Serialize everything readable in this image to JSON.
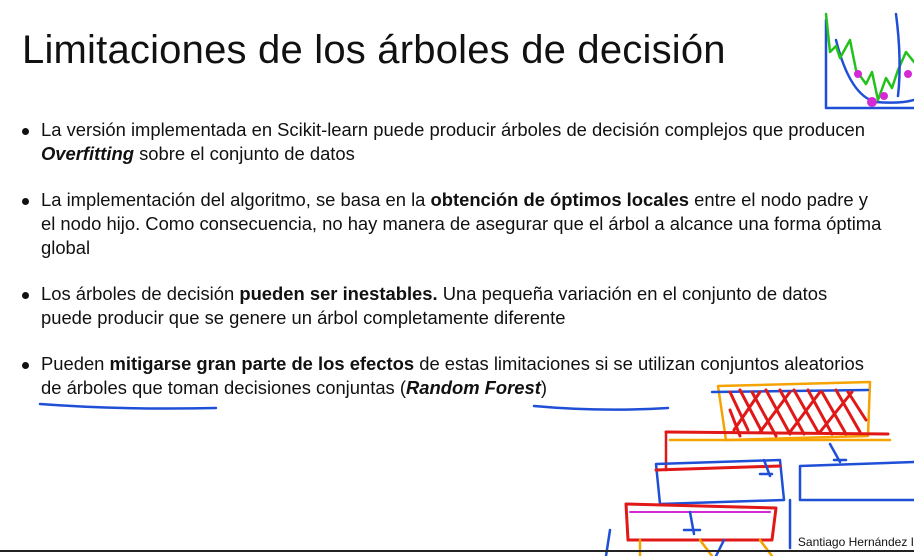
{
  "slide": {
    "title": "Limitaciones de los árboles de decisión",
    "bullets": [
      {
        "parts": [
          {
            "text": "La versión implementada en Scikit-learn puede producir árboles de decisión complejos que producen ",
            "style": "normal"
          },
          {
            "text": "Overfitting",
            "style": "bold-italic"
          },
          {
            "text": " sobre el conjunto de datos",
            "style": "normal"
          }
        ]
      },
      {
        "parts": [
          {
            "text": "La implementación del algoritmo, se basa en la ",
            "style": "normal"
          },
          {
            "text": "obtención de óptimos locales",
            "style": "bold"
          },
          {
            "text": " entre el nodo padre y el nodo hijo. Como consecuencia, no hay manera de asegurar que el árbol a alcance una forma óptima global",
            "style": "normal"
          }
        ]
      },
      {
        "parts": [
          {
            "text": "Los árboles de decisión ",
            "style": "normal"
          },
          {
            "text": "pueden ser inestables.",
            "style": "bold"
          },
          {
            "text": " Una pequeña variación en el conjunto de datos puede producir que se genere un árbol completamente diferente",
            "style": "normal"
          }
        ]
      },
      {
        "parts": [
          {
            "text": "Pueden ",
            "style": "normal"
          },
          {
            "text": "mitigarse gran parte de los efectos",
            "style": "bold"
          },
          {
            "text": " de estas limitaciones si se utilizan conjuntos aleatorios de árboles que toman decisiones conjuntas (",
            "style": "normal"
          },
          {
            "text": "Random Forest",
            "style": "bold-italic"
          },
          {
            "text": ")",
            "style": "normal"
          }
        ]
      }
    ],
    "author": "Santiago Hernández I"
  },
  "colors": {
    "ink_blue": "#1f4fd6",
    "ink_red": "#e01818",
    "ink_orange": "#f5a300",
    "ink_green": "#22c21a",
    "ink_magenta": "#d42ad6"
  }
}
